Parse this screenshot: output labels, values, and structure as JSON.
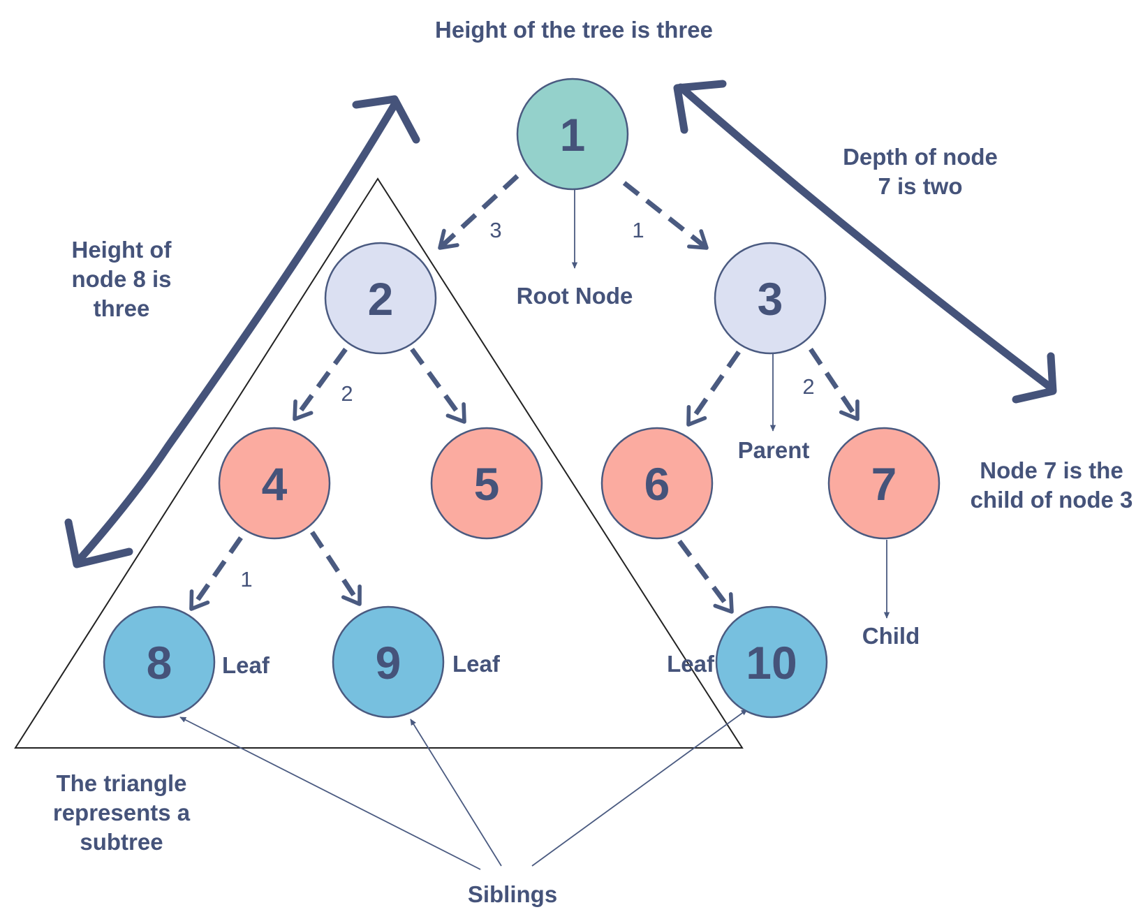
{
  "colors": {
    "ink": "#45537a",
    "stroke": "#4a5a80",
    "root": "#94d1cb",
    "internal": "#dbe0f2",
    "level2": "#fbaba0",
    "leaf": "#77c0df"
  },
  "nodes": [
    {
      "id": "1",
      "label": "1",
      "kind": "root"
    },
    {
      "id": "2",
      "label": "2",
      "kind": "internal"
    },
    {
      "id": "3",
      "label": "3",
      "kind": "internal"
    },
    {
      "id": "4",
      "label": "4",
      "kind": "level2"
    },
    {
      "id": "5",
      "label": "5",
      "kind": "level2"
    },
    {
      "id": "6",
      "label": "6",
      "kind": "level2"
    },
    {
      "id": "7",
      "label": "7",
      "kind": "level2"
    },
    {
      "id": "8",
      "label": "8",
      "kind": "leaf"
    },
    {
      "id": "9",
      "label": "9",
      "kind": "leaf"
    },
    {
      "id": "10",
      "label": "10",
      "kind": "leaf"
    }
  ],
  "edges": [
    {
      "from": "1",
      "to": "2"
    },
    {
      "from": "1",
      "to": "3"
    },
    {
      "from": "2",
      "to": "4"
    },
    {
      "from": "2",
      "to": "5"
    },
    {
      "from": "3",
      "to": "6"
    },
    {
      "from": "3",
      "to": "7"
    },
    {
      "from": "4",
      "to": "8"
    },
    {
      "from": "4",
      "to": "9"
    },
    {
      "from": "6",
      "to": "10"
    }
  ],
  "edge_numbers": {
    "e1_2": "3",
    "e1_3": "1",
    "e2_4": "2",
    "e3_7": "2",
    "e4_8": "1"
  },
  "annotations": {
    "tree_height": "Height of the tree is three",
    "root_node": "Root Node",
    "depth_line1": "Depth of node",
    "depth_line2": "7 is two",
    "height8_line1": "Height of",
    "height8_line2": "node 8 is",
    "height8_line3": "three",
    "parent": "Parent",
    "child_of_line1": "Node 7 is the",
    "child_of_line2": "child of node 3",
    "child": "Child",
    "leaf": "Leaf",
    "triangle_line1": "The triangle",
    "triangle_line2": "represents a",
    "triangle_line3": "subtree",
    "siblings": "Siblings"
  }
}
